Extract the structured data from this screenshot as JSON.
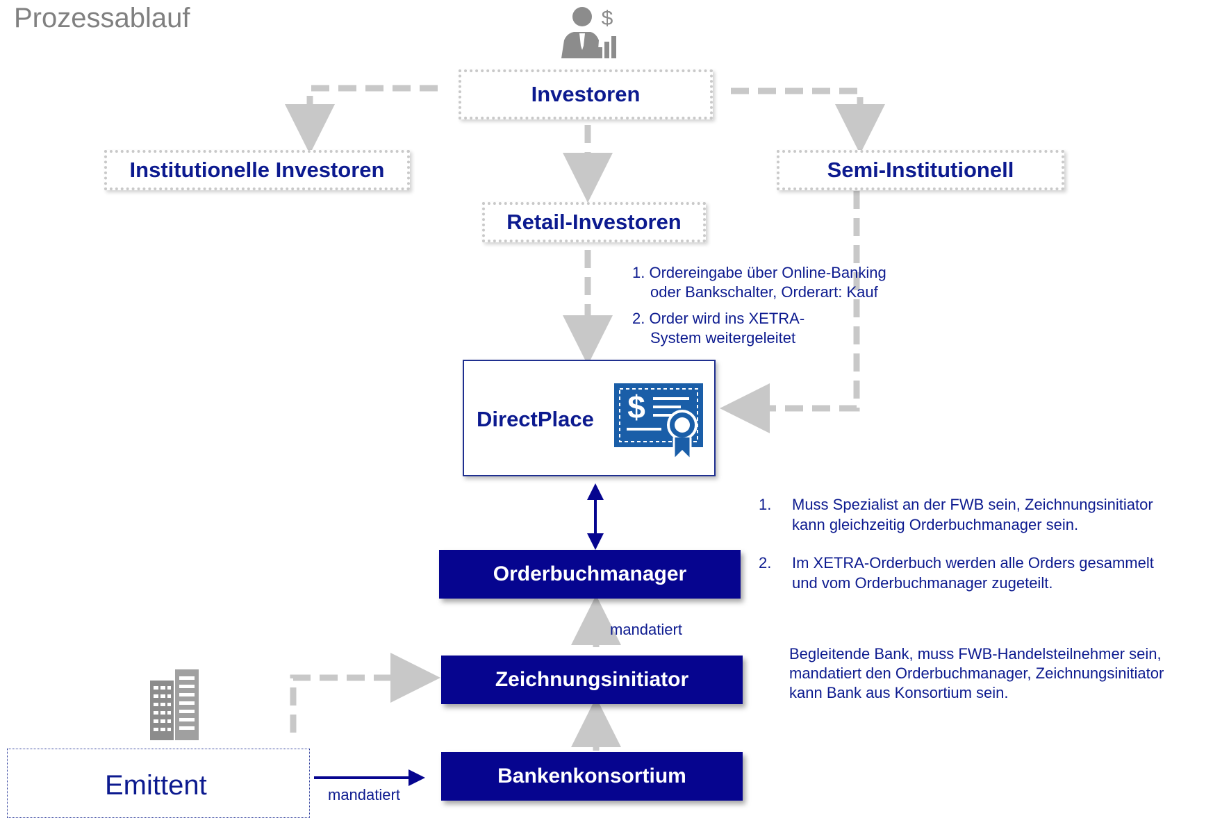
{
  "title": "Prozessablauf",
  "nodes": {
    "investoren": "Investoren",
    "institutionelle": "Institutionelle Investoren",
    "semi": "Semi-Institutionell",
    "retail": "Retail-Investoren",
    "directplace": "DirectPlace",
    "orderbuchmanager": "Orderbuchmanager",
    "zeichnungsinitiator": "Zeichnungsinitiator",
    "bankenkonsortium": "Bankenkonsortium",
    "emittent": "Emittent"
  },
  "edge_labels": {
    "mandatiert_ob": "mandatiert",
    "mandatiert_emittent": "mandatiert"
  },
  "retail_steps": [
    {
      "line1": "1. Ordereingabe über Online-Banking",
      "line2": "oder Bankschalter, Orderart: Kauf"
    },
    {
      "line1": "2. Order wird ins XETRA-",
      "line2": "System weitergeleitet"
    }
  ],
  "orderbuch_notes": [
    {
      "num": "1.",
      "line1": "Muss Spezialist an der FWB sein, Zeichnungsinitiator",
      "line2": "kann gleichzeitig Orderbuchmanager sein."
    },
    {
      "num": "2.",
      "line1": "Im XETRA-Orderbuch werden alle Orders gesammelt",
      "line2": "und vom Orderbuchmanager zugeteilt."
    }
  ],
  "zeichnung_note": {
    "line1": "Begleitende Bank, muss FWB-Handelsteilnehmer sein,",
    "line2": "mandatiert den Orderbuchmanager, Zeichnungsinitiator",
    "line3": "kann Bank aus Konsortium sein."
  },
  "icons": [
    "investor-icon",
    "certificate-icon",
    "building-icon"
  ],
  "colors": {
    "navy": "#06058f",
    "text_blue": "#0c1a8f",
    "dashed_gray": "#c8c8c8",
    "title_gray": "#808080"
  }
}
